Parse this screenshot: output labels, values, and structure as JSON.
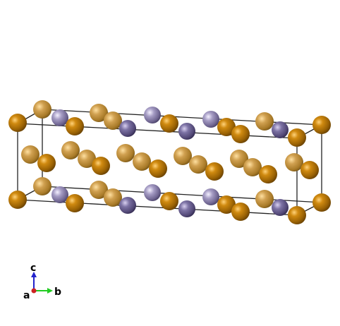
{
  "structure": {
    "element_colors": {
      "gold_dark": "#9a6204",
      "gold_light": "#b88a32",
      "purple": "#8a80a8"
    },
    "axes": {
      "a": "a",
      "b": "b",
      "c": "c",
      "a_color": "#cc2222",
      "b_color": "#22cc22",
      "c_color": "#2222cc"
    }
  }
}
